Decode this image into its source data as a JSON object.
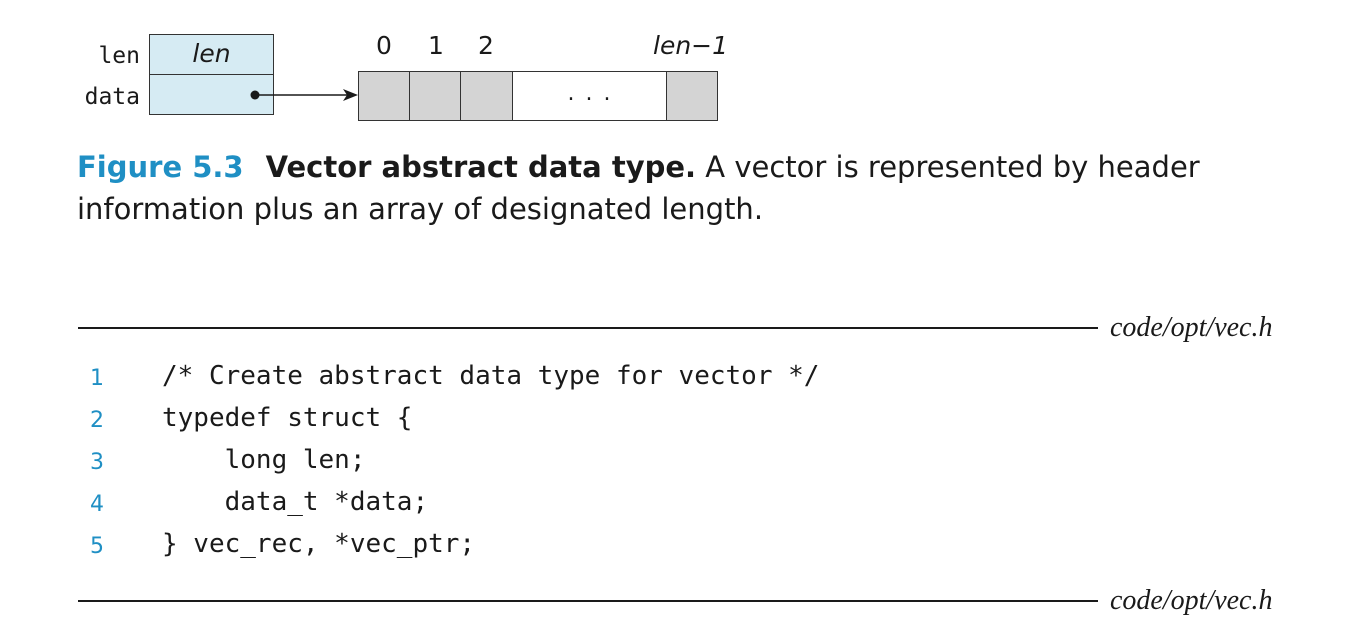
{
  "diagram": {
    "header_fields": [
      {
        "label": "len",
        "value": "len"
      },
      {
        "label": "data",
        "value": ""
      }
    ],
    "array_indices": [
      "0",
      "1",
      "2",
      "len−1"
    ],
    "ellipsis": ". . ."
  },
  "caption": {
    "figure_number": "Figure 5.3",
    "title": "Vector abstract data type.",
    "text": "A vector is represented by header information plus an array of designated length."
  },
  "code": {
    "file_label_top": "code/opt/vec.h",
    "file_label_bottom": "code/opt/vec.h",
    "lines": [
      {
        "num": "1",
        "text": "/* Create abstract data type for vector */"
      },
      {
        "num": "2",
        "text": "typedef struct {"
      },
      {
        "num": "3",
        "text": "    long len;"
      },
      {
        "num": "4",
        "text": "    data_t *data;"
      },
      {
        "num": "5",
        "text": "} vec_rec, *vec_ptr;"
      }
    ]
  },
  "colors": {
    "accent_blue": "#1f8fc4",
    "header_fill": "#d6ebf3",
    "cell_fill": "#d4d4d4"
  }
}
